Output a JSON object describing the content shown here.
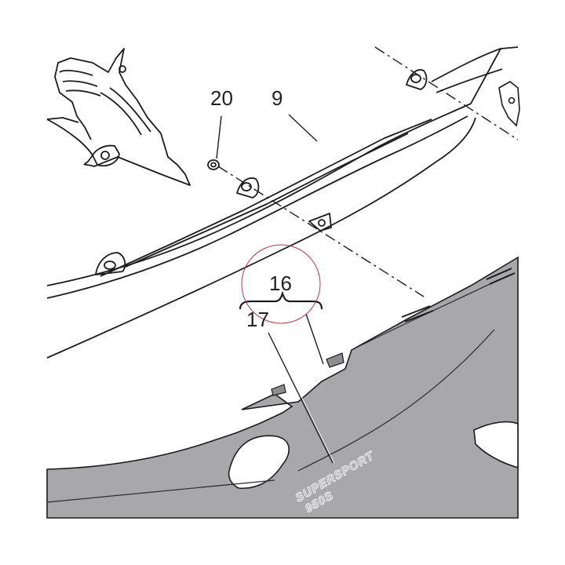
{
  "callouts": {
    "part_20": "20",
    "part_9": "9",
    "part_16": "16",
    "part_17": "17"
  },
  "decal": {
    "line1": "SUPERSPORT",
    "line2": "950S"
  },
  "colors": {
    "fairing_fill": "#a8a8ab",
    "outline": "#1c1c1c",
    "highlight_circle": "#b23a4a",
    "background": "#ffffff"
  }
}
